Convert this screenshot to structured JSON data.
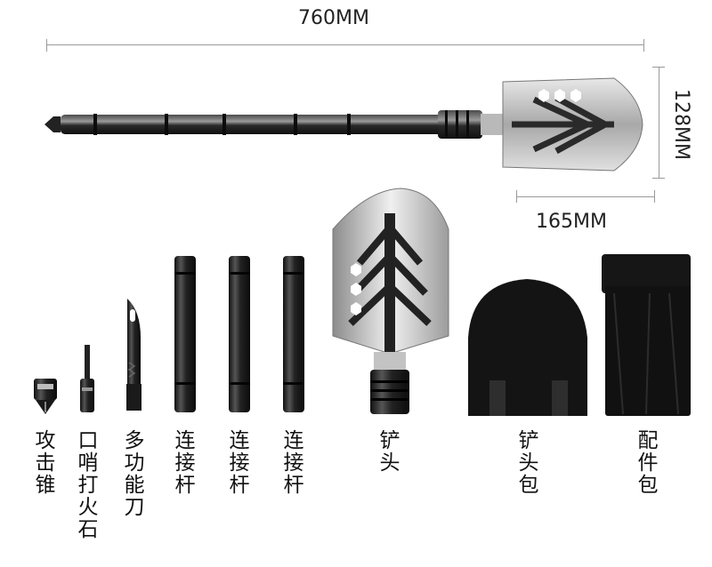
{
  "dimensions": {
    "length": "760MM",
    "blade_height": "128MM",
    "blade_width": "165MM"
  },
  "components": [
    {
      "label": "攻击锥"
    },
    {
      "label": "口哨打火石"
    },
    {
      "label": "多功能刀"
    },
    {
      "label": "连接杆"
    },
    {
      "label": "连接杆"
    },
    {
      "label": "连接杆"
    },
    {
      "label": "铲头"
    },
    {
      "label": "铲头包"
    },
    {
      "label": "配件包"
    }
  ],
  "colors": {
    "metal_dark": "#1c1c1c",
    "blade_silver": "#cfcfcf",
    "dimension_line": "#9a9a9a"
  }
}
